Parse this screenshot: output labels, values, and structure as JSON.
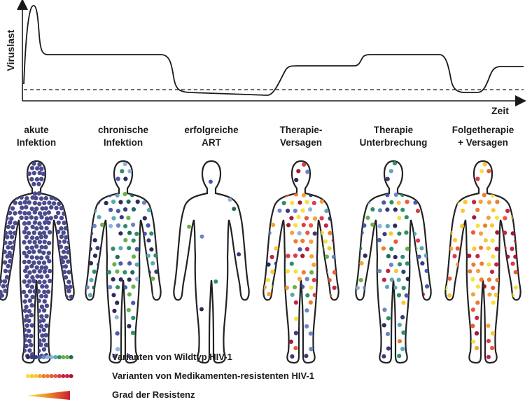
{
  "graph": {
    "y_axis_label": "Viruslast",
    "x_axis_label": "Zeit"
  },
  "stages": [
    {
      "line1": "akute",
      "line2": "Infektion"
    },
    {
      "line1": "chronische",
      "line2": "Infektion"
    },
    {
      "line1": "erfolgreiche",
      "line2": "ART"
    },
    {
      "line1": "Therapie-",
      "line2": "Versagen"
    },
    {
      "line1": "Therapie",
      "line2": "Unterbrechung"
    },
    {
      "line1": "Folgetherapie",
      "line2": "+ Versagen"
    }
  ],
  "legend": {
    "wildtype": "Varianten von Wildtyp HIV-1",
    "resistant": "Varianten von Medikamenten-resistenten HIV-1",
    "gradient": "Grad der Resistenz"
  },
  "colors": {
    "wildtype_palette": [
      "#2d2a5c",
      "#3b3a7a",
      "#4a5aa8",
      "#6a86c4",
      "#8fb3dc",
      "#5aa8b8",
      "#2f8f6a",
      "#6ab04c",
      "#1f6b5a"
    ],
    "resistant_palette": [
      "#f2e33a",
      "#f7c836",
      "#f4a23a",
      "#ee7b2f",
      "#e85a3a",
      "#d93c4a",
      "#c2244a",
      "#9e1b3a"
    ],
    "acute_dot": "#4a4a8c",
    "gradient_start": "#f7e03a",
    "gradient_end": "#c8202e"
  }
}
